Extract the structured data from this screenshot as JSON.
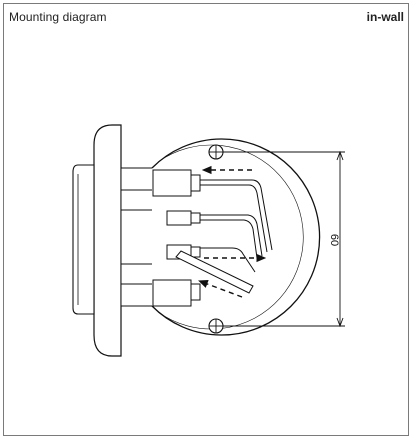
{
  "header": {
    "title": "Mounting diagram",
    "type_label": "in-wall"
  },
  "diagram": {
    "dimension_label": "60",
    "stroke_color": "#111111"
  }
}
